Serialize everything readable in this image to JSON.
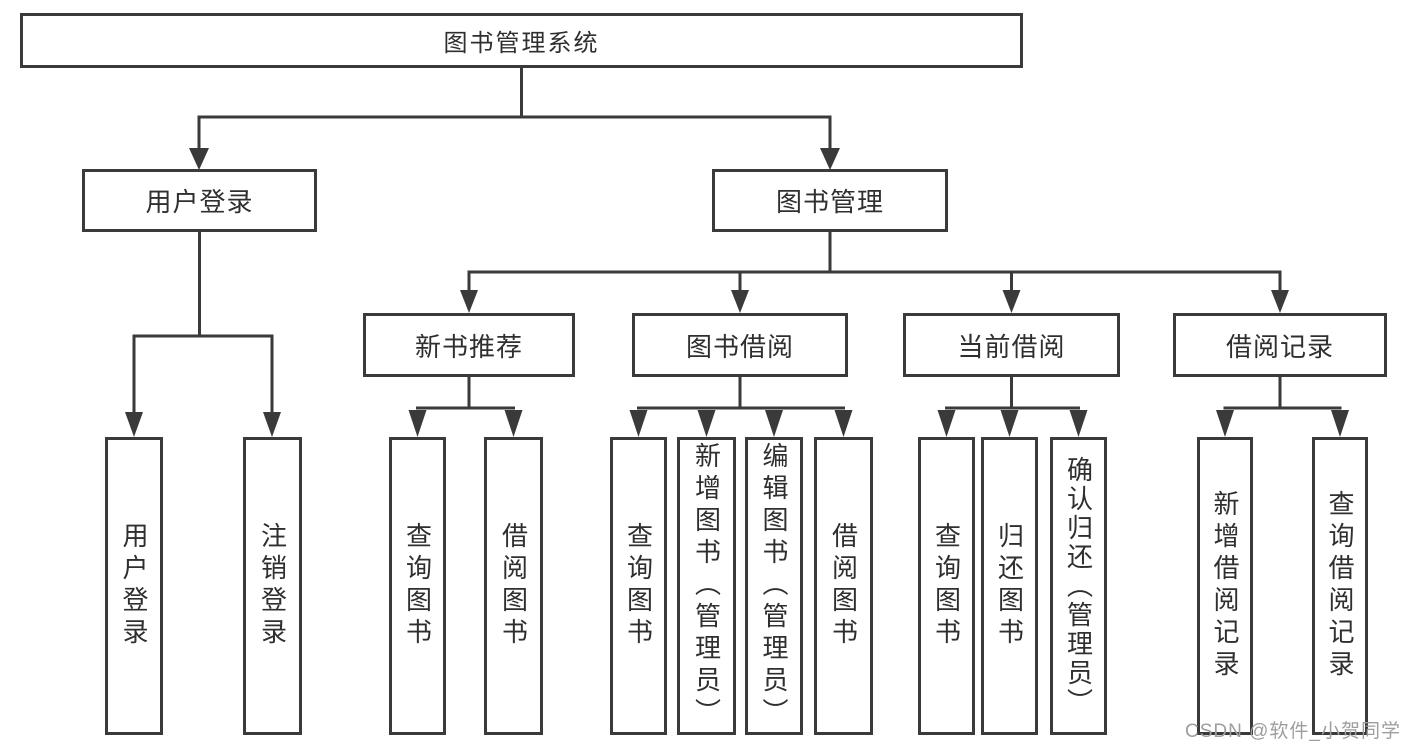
{
  "diagram": {
    "root": {
      "label": "图书管理系统",
      "children": [
        {
          "label": "用户登录",
          "children": [
            {
              "label": "用户登录"
            },
            {
              "label": "注销登录"
            }
          ]
        },
        {
          "label": "图书管理",
          "children": [
            {
              "label": "新书推荐",
              "children": [
                {
                  "label": "查询图书"
                },
                {
                  "label": "借阅图书"
                }
              ]
            },
            {
              "label": "图书借阅",
              "children": [
                {
                  "label": "查询图书"
                },
                {
                  "label": "新增图书（管理员）"
                },
                {
                  "label": "编辑图书（管理员）"
                },
                {
                  "label": "借阅图书"
                }
              ]
            },
            {
              "label": "当前借阅",
              "children": [
                {
                  "label": "查询图书"
                },
                {
                  "label": "归还图书"
                },
                {
                  "label": "确认归还（管理员）"
                }
              ]
            },
            {
              "label": "借阅记录",
              "children": [
                {
                  "label": "新增借阅记录"
                },
                {
                  "label": "查询借阅记录"
                }
              ]
            }
          ]
        }
      ]
    },
    "colors": {
      "line": "#3a3a3a",
      "text": "#2f2f2f",
      "watermark": "#9e9e9e",
      "background": "#ffffff"
    }
  },
  "watermark": {
    "text": "CSDN @软件_小贺同学"
  }
}
